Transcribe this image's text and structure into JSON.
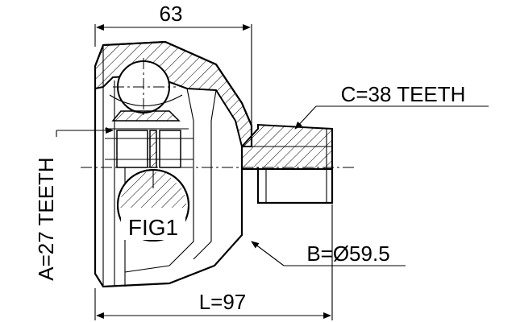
{
  "dimensions": {
    "overall_diameter": "63",
    "outer_spline": "C=38 TEETH",
    "seal_diameter": "B=Ø59.5",
    "length": "L=97",
    "inner_spline": "A=27 TEETH"
  },
  "figure_label": "FIG1"
}
